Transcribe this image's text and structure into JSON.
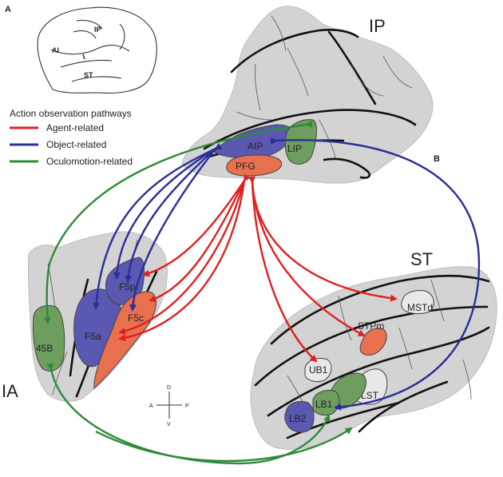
{
  "panels": {
    "a": "A",
    "b": "B"
  },
  "brain_inset": {
    "ip": "IP",
    "ai": "AI",
    "st": "ST"
  },
  "legend": {
    "title": "Action observation pathways",
    "items": [
      {
        "label": "Agent-related",
        "color": "#e02020"
      },
      {
        "label": "Object-related",
        "color": "#2a2f9a"
      },
      {
        "label": "Oculomotion-related",
        "color": "#2e8b3a"
      }
    ]
  },
  "regions": {
    "ip": "IP",
    "st": "ST",
    "ia": "IA"
  },
  "areas": {
    "aip": "AIP",
    "lip": "LIP",
    "pfg": "PFG",
    "f5p": "F5p",
    "f5a": "F5a",
    "f5c": "F5c",
    "b45": "45B",
    "mstd": "MSTd",
    "stpm": "STPm",
    "ub1": "UB1",
    "lst": "LST",
    "lb1": "LB1",
    "lb2": "LB2"
  },
  "compass": {
    "d": "D",
    "v": "V",
    "a": "A",
    "p": "P"
  },
  "colors": {
    "agent": "#e02020",
    "object": "#2a2f9a",
    "oculomotion": "#2e8b3a",
    "agent_fill": "#e8704e",
    "object_fill": "#5a58b0",
    "oculo_fill": "#6e9e5e",
    "cortex": "#d3d3d3"
  }
}
